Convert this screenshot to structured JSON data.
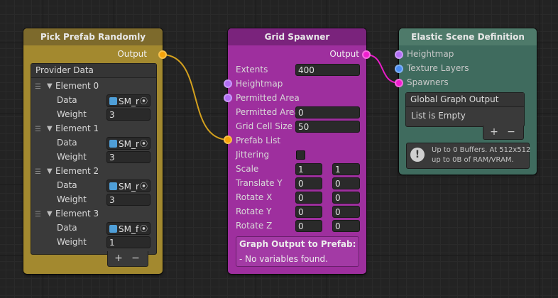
{
  "nodes": {
    "pick": {
      "title": "Pick Prefab Randomly",
      "output_label": "Output",
      "provider_header": "Provider Data",
      "elements": [
        {
          "name": "Element 0",
          "data_label": "Data",
          "data_value": "SM_r",
          "weight_label": "Weight",
          "weight_value": "3"
        },
        {
          "name": "Element 1",
          "data_label": "Data",
          "data_value": "SM_r",
          "weight_label": "Weight",
          "weight_value": "3"
        },
        {
          "name": "Element 2",
          "data_label": "Data",
          "data_value": "SM_r",
          "weight_label": "Weight",
          "weight_value": "3"
        },
        {
          "name": "Element 3",
          "data_label": "Data",
          "data_value": "SM_f",
          "weight_label": "Weight",
          "weight_value": "1"
        }
      ],
      "add_label": "+",
      "remove_label": "−"
    },
    "grid": {
      "title": "Grid Spawner",
      "output_label": "Output",
      "extents_label": "Extents",
      "extents_value": "400",
      "heightmap_label": "Heightmap",
      "permitted_area_port_label": "Permitted Area",
      "permitted_area_label": "Permitted Area",
      "permitted_area_value": "0",
      "cell_size_label": "Grid Cell Size",
      "cell_size_value": "50",
      "prefab_list_label": "Prefab List",
      "jittering_label": "Jittering",
      "scale_label": "Scale",
      "scale_x": "1",
      "scale_y": "1",
      "translate_y_label": "Translate Y",
      "translate_y_min": "0",
      "translate_y_max": "0",
      "rotate_x_label": "Rotate X",
      "rotate_x_min": "0",
      "rotate_x_max": "0",
      "rotate_y_label": "Rotate Y",
      "rotate_y_min": "0",
      "rotate_y_max": "0",
      "rotate_z_label": "Rotate Z",
      "rotate_z_min": "0",
      "rotate_z_max": "0",
      "graph_output_title": "Graph Output to Prefab:",
      "graph_output_msg": "- No variables found."
    },
    "elastic": {
      "title": "Elastic Scene Definition",
      "heightmap_label": "Heightmap",
      "texture_layers_label": "Texture Layers",
      "spawners_label": "Spawners",
      "global_output_header": "Global Graph Output",
      "list_empty": "List is Empty",
      "add_label": "+",
      "remove_label": "−",
      "info_line1": "Up to 0 Buffers. At 512x512",
      "info_line2": "up to 0B of RAM/VRAM."
    }
  },
  "colors": {
    "pick_body": "#a3892f",
    "pick_title": "#7d6a2c",
    "grid_body": "#9e2f9e",
    "grid_title": "#7a237c",
    "elastic_body": "#3f6b5e",
    "elastic_title": "#4e7a6a",
    "wire_orange": "#d4a11e",
    "wire_magenta": "#e81cc8",
    "port_orange": "#f5a20a",
    "port_magenta": "#f01ed0",
    "port_purple": "#b26ef5",
    "port_blue": "#4a8cf2"
  },
  "icons": {
    "foldout": "triangle-down-icon",
    "drag": "drag-handle-icon",
    "object": "prefab-icon",
    "picker": "target-picker-icon",
    "info": "info-icon"
  }
}
